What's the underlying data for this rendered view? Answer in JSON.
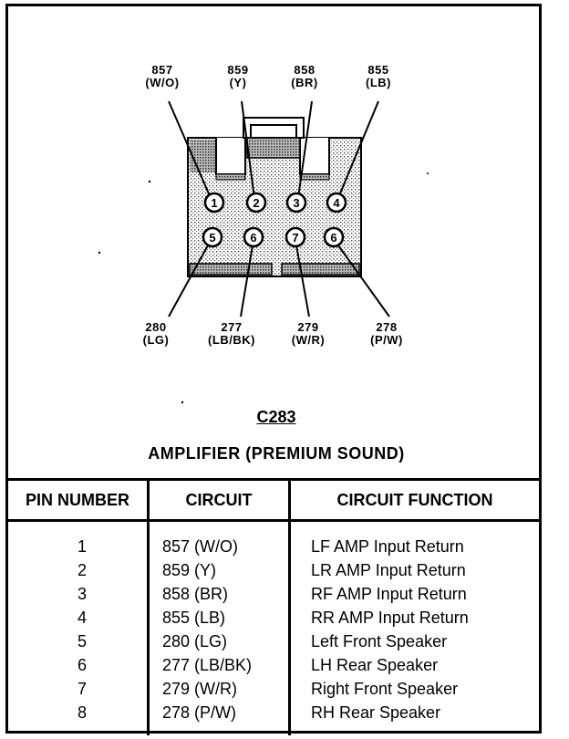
{
  "diagram": {
    "connector_id": "C283",
    "title": "AMPLIFIER (PREMIUM SOUND)",
    "pin_numbers": [
      "1",
      "2",
      "3",
      "4",
      "5",
      "6",
      "7",
      "6"
    ],
    "top_wires": [
      {
        "circuit": "857",
        "color": "(W/O)"
      },
      {
        "circuit": "859",
        "color": "(Y)"
      },
      {
        "circuit": "858",
        "color": "(BR)"
      },
      {
        "circuit": "855",
        "color": "(LB)"
      }
    ],
    "bottom_wires": [
      {
        "circuit": "280",
        "color": "(LG)"
      },
      {
        "circuit": "277",
        "color": "(LB/BK)"
      },
      {
        "circuit": "279",
        "color": "(W/R)"
      },
      {
        "circuit": "278",
        "color": "(P/W)"
      }
    ]
  },
  "table": {
    "headers": [
      "PIN NUMBER",
      "CIRCUIT",
      "CIRCUIT FUNCTION"
    ],
    "rows": [
      {
        "pin": "1",
        "circuit": "857 (W/O)",
        "function": "LF AMP Input Return"
      },
      {
        "pin": "2",
        "circuit": "859 (Y)",
        "function": "LR AMP Input Return"
      },
      {
        "pin": "3",
        "circuit": "858 (BR)",
        "function": "RF AMP Input Return"
      },
      {
        "pin": "4",
        "circuit": "855 (LB)",
        "function": "RR AMP Input Return"
      },
      {
        "pin": "5",
        "circuit": "280 (LG)",
        "function": "Left Front Speaker"
      },
      {
        "pin": "6",
        "circuit": "277 (LB/BK)",
        "function": "LH Rear Speaker"
      },
      {
        "pin": "7",
        "circuit": "279 (W/R)",
        "function": "Right Front Speaker"
      },
      {
        "pin": "8",
        "circuit": "278 (P/W)",
        "function": "RH Rear Speaker"
      }
    ]
  }
}
